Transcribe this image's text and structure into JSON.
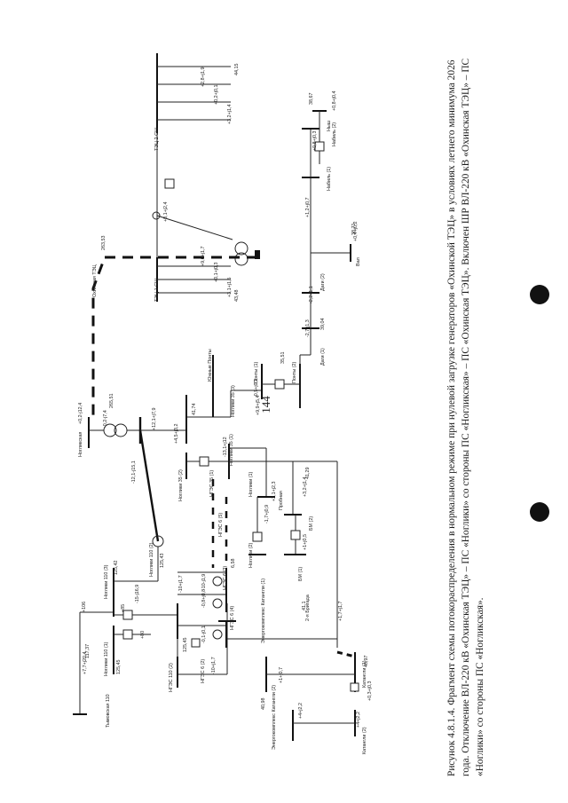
{
  "page_number": "144",
  "caption": {
    "line1": "Рисунок 4.8.1.4. Фрагмент схемы потокораспределения в нормальном режиме при нулевой загрузке генераторов «Охинской ТЭЦ» в условиях летнего",
    "line2": "минимума 2026 года. Отключение ВЛ-220 кВ «Охинская ТЭЦ» – ПС «Ноглики» со стороны ПС «Нoгликская» – ПС «Охинская ТЭЦ». Включен ШР ВЛ-220 кВ «Охинская",
    "line3": "ТЭЦ» – ПС «Ноглики» со стороны ПС «Ногликская»."
  },
  "diagram": {
    "stations": {
      "tymovskaya": "Тымовская 110",
      "nogliki_110_1": "Ноглики 110 (1)",
      "nogliki_110_2": "Ноглики 110 (2)",
      "nogliki_110_3": "Ноглики 110 (3)",
      "ngres_110_2": "НГЭС 110 (2)",
      "ngres_6_2": "НГЭС 6 (2)",
      "ngres_6_3": "НГЭС 6 (3)",
      "ngres_6_4": "НГЭС 6 (4)",
      "ngres_6_5": "НГЭС 6 (5)",
      "ngres_35_1": "НГЭС 35 (1)",
      "nogliki_35_1": "Ноглики 35 (1)",
      "nogliki_35_2": "Ноглики 35 (2)",
      "nogliki_35_3": "Ноглики 35 (3)",
      "noglikskaya": "Ногликская",
      "okhinskaya_tec": "Охинская ТЭЦ",
      "tec_1_sh": "ТЭЦ 1 СШ",
      "tec_2_sh": "ТЭЦ 2 СШ",
      "yuzhnye_ponty": "Южные Понты",
      "ponty_1": "Понты (1)",
      "ponty_2": "Понты (2)",
      "dagi_1": "Даги (1)",
      "dagi_2": "Даги (2)",
      "val": "Вал",
      "nysh": "Ныш",
      "nabil_1": "Набиль (1)",
      "nabil_2": "Набиль (2)",
      "nogliki_1": "Ноглики (1)",
      "nogliki_2": "Ноглики (2)",
      "bm_1": "БМ (1)",
      "bm_2": "БМ (2)",
      "probrovaya": "Пробная",
      "katangli_1": "Катангли (1)",
      "katangli_2": "Катангли (2)",
      "energokompleks_1": "Энергокомплекс Катангли (1)",
      "energokompleks_2": "Энергокомплекс Катангли (2)",
      "2a_brigada": "2-я Бригада"
    },
    "voltages": {
      "tymovskaya": "117,37",
      "nogliki_110_1": "125,42",
      "nogliki_110_2": "125,45",
      "nogliki_110_3": "125,43",
      "ngres_110_2": "125,45",
      "noglikskaya": "265,51",
      "okhinskaya": "263,53",
      "tec1": "43,48",
      "tec2": "44,15",
      "ngres_6": "6,58",
      "nogliki_35": "41,74",
      "ponty": "35,51",
      "dagi": "39,04",
      "val": "38,71",
      "nysh": "38,67",
      "bm": "41,29",
      "katangli": "40,97",
      "energo": "40,98",
      "brigada": "41,1"
    },
    "flows": {
      "tym_line": "+7,7+j20,4",
      "nog110_in": "+106",
      "nog110_a": "-15-j16,9",
      "nog110_b": "+85",
      "nog110_c": "+80",
      "nog110_d": "-12,1-j15,1",
      "nog220_trf": "-0,2-j7,4",
      "nog220_line": "+0,2-j12,4",
      "ngres_a": "-0,8+j0,8",
      "ngres_b": "-10-j1,9",
      "ngres_c": "-0,1-j0,1",
      "ngres_d": "-10+j1,7",
      "ngres_e": "-10+j1,7",
      "nog35_a": "+4,5+j3,2",
      "nog35_b": "+12,1+j7,9",
      "nog35_c": "-13,1+j12",
      "ponty_a": "-0,5+j0,2",
      "ponty_b": "+9,9+j5,4",
      "dagi_a": "-2,7-j1,3",
      "dagi_b": "-2,2-j1,1",
      "dagi_c": "+1,2+j0,7",
      "val_load": "+0,4+j0,2",
      "nysh_a": "+0,8+j0,4",
      "nysh_b": "+0,8+j0,3",
      "tec1_a": "+3,1+j1,5",
      "tec1_b": "+0,1+j0,3",
      "tec1_c": "+9,6+j1,7",
      "tec2_a": "+3,2+j1,4",
      "tec2_b": "+0,2+j0,1",
      "tec2_c": "+2,8+j1,9",
      "okh_trf": "+0,1+j2,4",
      "bm_a": "+3,2+j1,4",
      "bm_b": "+1+j0,5",
      "nabil_a": "+2,1+j2,3",
      "nabil_b": "-1,7+j0,9",
      "katangli_a": "+4+j2,2",
      "katangli_b": "+0,3+j0,3",
      "energo_a": "+4+j2,2",
      "energo_b": "+1+j0,7",
      "brigada": "+1,7+j1,7"
    }
  }
}
